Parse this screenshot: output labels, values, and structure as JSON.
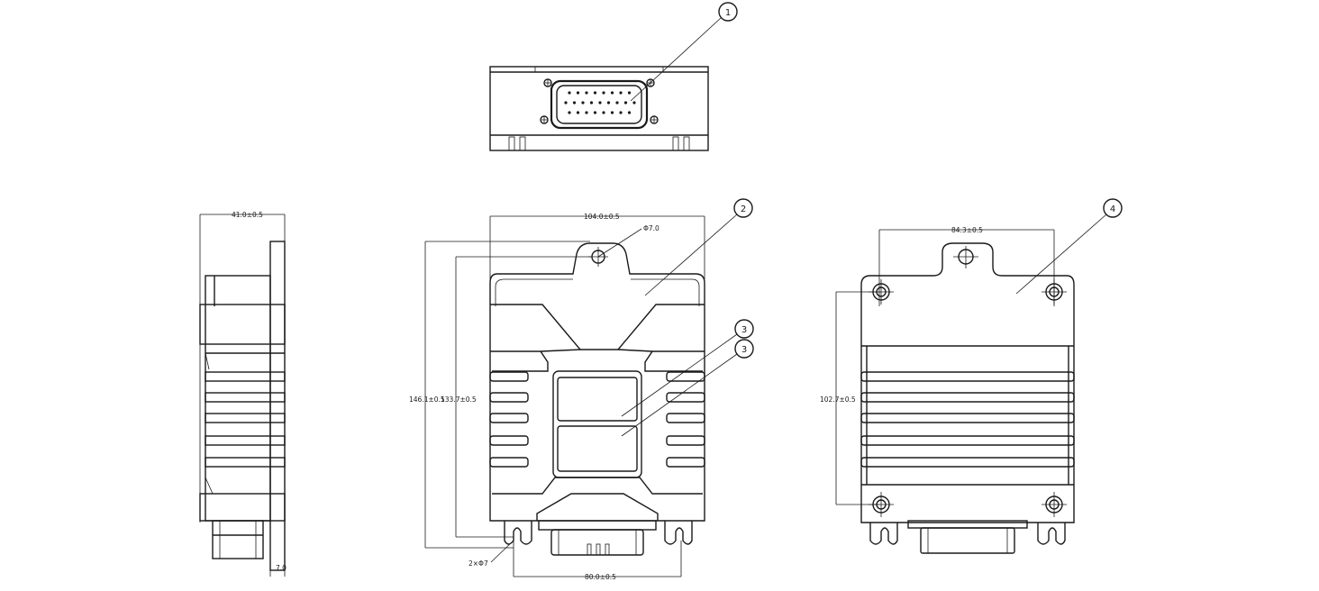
{
  "callouts": {
    "c1": "1",
    "c2": "2",
    "c3a": "3",
    "c3b": "3",
    "c4": "4"
  },
  "dimensions": {
    "side_width": "41.0±0.5",
    "side_bottom": "7.0",
    "front_width": "104.0±0.5",
    "hole_diameter": "Φ7.0",
    "height_overall": "146.1±0.5",
    "height_holes": "133.7±0.5",
    "slots": "2×Φ7",
    "bottom_spacing": "80.0±0.5",
    "back_hole_spacing": "84.3±0.5",
    "back_vertical": "102.7±0.5"
  }
}
